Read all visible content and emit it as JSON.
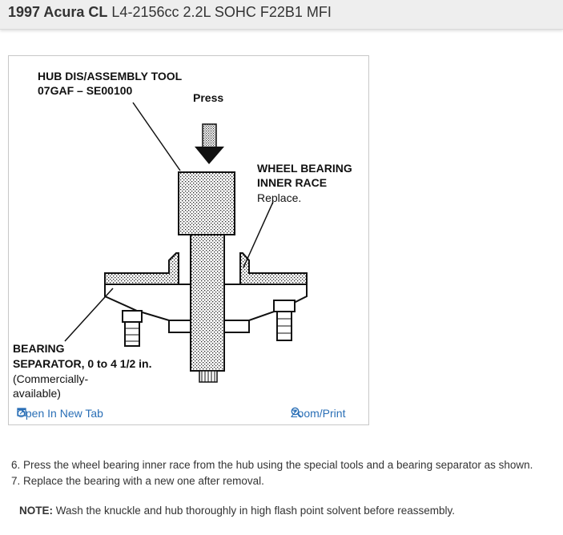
{
  "header": {
    "title_bold": "1997 Acura CL",
    "title_rest": "L4-2156cc 2.2L SOHC F22B1 MFI"
  },
  "figure": {
    "labels": {
      "tool_line1": "HUB DIS/ASSEMBLY TOOL",
      "tool_line2": "07GAF – SE00100",
      "press": "Press",
      "wbir_line1": "WHEEL BEARING",
      "wbir_line2": "INNER RACE",
      "wbir_line3": "Replace.",
      "sep_line1": "BEARING",
      "sep_line2": "SEPARATOR, 0 to 4 1/2 in.",
      "sep_line3": "(Commercially-",
      "sep_line4": "available)"
    },
    "open_new_tab": "Open In New Tab",
    "zoom_print": "Zoom/Print"
  },
  "steps": [
    "6. Press the wheel bearing inner race from the hub using the special tools and a bearing separator as shown.",
    "7. Replace the bearing with a new one after removal."
  ],
  "note": {
    "label": "NOTE:",
    "text": "Wash the knuckle and hub thoroughly in high flash point solvent before reassembly."
  },
  "colors": {
    "link": "#2a6fb6",
    "header_bg": "#eeeeee"
  }
}
